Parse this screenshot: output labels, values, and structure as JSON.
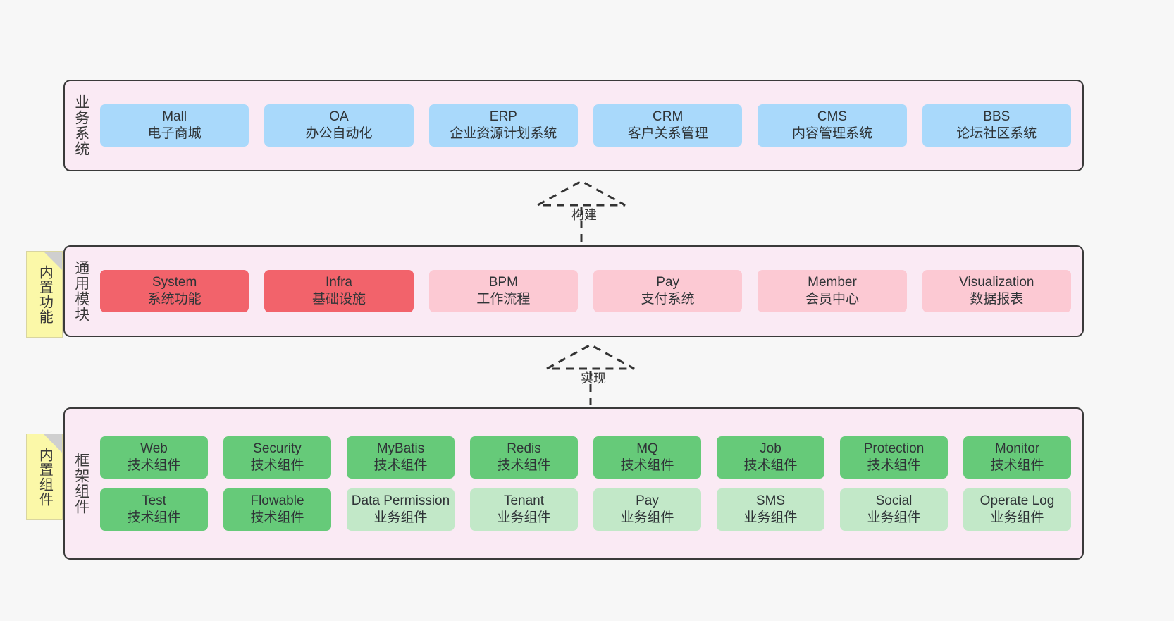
{
  "diagram": {
    "background": "#f7f7f7",
    "layer_bg": "#faeaf4",
    "layer_border": "#3a3a3a",
    "note_bg": "#fbf8a8",
    "colors": {
      "blue": "#a9d9fb",
      "red": "#f2636b",
      "pink": "#fcc9d3",
      "green": "#66ca79",
      "light_green": "#c2e8c8"
    }
  },
  "layers": [
    {
      "id": "business-systems",
      "title": "业务系统",
      "rows": [
        {
          "cards": [
            {
              "name": "Mall",
              "sub": "电子商城",
              "color": "blue"
            },
            {
              "name": "OA",
              "sub": "办公自动化",
              "color": "blue"
            },
            {
              "name": "ERP",
              "sub": "企业资源计划系统",
              "color": "blue"
            },
            {
              "name": "CRM",
              "sub": "客户关系管理",
              "color": "blue"
            },
            {
              "name": "CMS",
              "sub": "内容管理系统",
              "color": "blue"
            },
            {
              "name": "BBS",
              "sub": "论坛社区系统",
              "color": "blue"
            }
          ]
        }
      ]
    },
    {
      "id": "common-modules",
      "title": "通用模块",
      "note": "内置功能",
      "rows": [
        {
          "cards": [
            {
              "name": "System",
              "sub": "系统功能",
              "color": "red"
            },
            {
              "name": "Infra",
              "sub": "基础设施",
              "color": "red"
            },
            {
              "name": "BPM",
              "sub": "工作流程",
              "color": "pink"
            },
            {
              "name": "Pay",
              "sub": "支付系统",
              "color": "pink"
            },
            {
              "name": "Member",
              "sub": "会员中心",
              "color": "pink"
            },
            {
              "name": "Visualization",
              "sub": "数据报表",
              "color": "pink"
            }
          ]
        }
      ]
    },
    {
      "id": "framework-components",
      "title": "框架组件",
      "note": "内置组件",
      "rows": [
        {
          "cards": [
            {
              "name": "Web",
              "sub": "技术组件",
              "color": "green"
            },
            {
              "name": "Security",
              "sub": "技术组件",
              "color": "green"
            },
            {
              "name": "MyBatis",
              "sub": "技术组件",
              "color": "green"
            },
            {
              "name": "Redis",
              "sub": "技术组件",
              "color": "green"
            },
            {
              "name": "MQ",
              "sub": "技术组件",
              "color": "green"
            },
            {
              "name": "Job",
              "sub": "技术组件",
              "color": "green"
            },
            {
              "name": "Protection",
              "sub": "技术组件",
              "color": "green"
            },
            {
              "name": "Monitor",
              "sub": "技术组件",
              "color": "green"
            }
          ]
        },
        {
          "cards": [
            {
              "name": "Test",
              "sub": "技术组件",
              "color": "green"
            },
            {
              "name": "Flowable",
              "sub": "技术组件",
              "color": "green"
            },
            {
              "name": "Data Permission",
              "sub": "业务组件",
              "color": "lightgreen"
            },
            {
              "name": "Tenant",
              "sub": "业务组件",
              "color": "lightgreen"
            },
            {
              "name": "Pay",
              "sub": "业务组件",
              "color": "lightgreen"
            },
            {
              "name": "SMS",
              "sub": "业务组件",
              "color": "lightgreen"
            },
            {
              "name": "Social",
              "sub": "业务组件",
              "color": "lightgreen"
            },
            {
              "name": "Operate Log",
              "sub": "业务组件",
              "color": "lightgreen"
            }
          ]
        }
      ]
    }
  ],
  "arrows": [
    {
      "id": "build-arrow",
      "label": "构建"
    },
    {
      "id": "implement-arrow",
      "label": "实现"
    }
  ]
}
